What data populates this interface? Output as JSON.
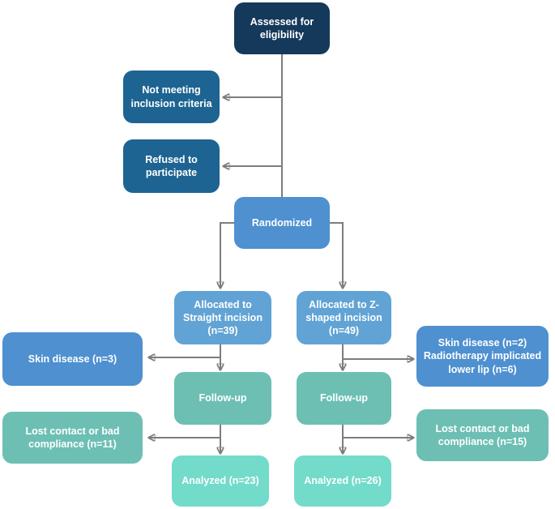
{
  "diagram": {
    "type": "flowchart",
    "nodes": {
      "assessed": {
        "label": "Assessed for\neligibility"
      },
      "not_meeting": {
        "label": "Not meeting\ninclusion criteria"
      },
      "refused": {
        "label": "Refused to\nparticipate"
      },
      "randomized": {
        "label": "Randomized"
      },
      "alloc_straight": {
        "label": "Allocated to\nStraight incision\n(n=39)"
      },
      "alloc_z": {
        "label": "Allocated to Z-\nshaped incision\n(n=49)"
      },
      "skin_left": {
        "label": "Skin disease (n=3)"
      },
      "skin_right": {
        "label": "Skin disease (n=2)\nRadiotherapy implicated\nlower lip (n=6)"
      },
      "followup_left": {
        "label": "Follow-up"
      },
      "followup_right": {
        "label": "Follow-up"
      },
      "lost_left": {
        "label": "Lost contact or bad\ncompliance (n=11)"
      },
      "lost_right": {
        "label": "Lost contact or bad\ncompliance (n=15)"
      },
      "analyzed_left": {
        "label": "Analyzed (n=23)"
      },
      "analyzed_right": {
        "label": "Analyzed (n=26)"
      }
    },
    "colors": {
      "dark_navy": "#14395B",
      "steel_blue": "#1D6492",
      "blue": "#4E90D0",
      "light_blue": "#61A3D4",
      "teal": "#6DBFB4",
      "light_teal": "#72DBCA",
      "connector": "#7D7D7D",
      "text": "#FFFFFF"
    }
  }
}
